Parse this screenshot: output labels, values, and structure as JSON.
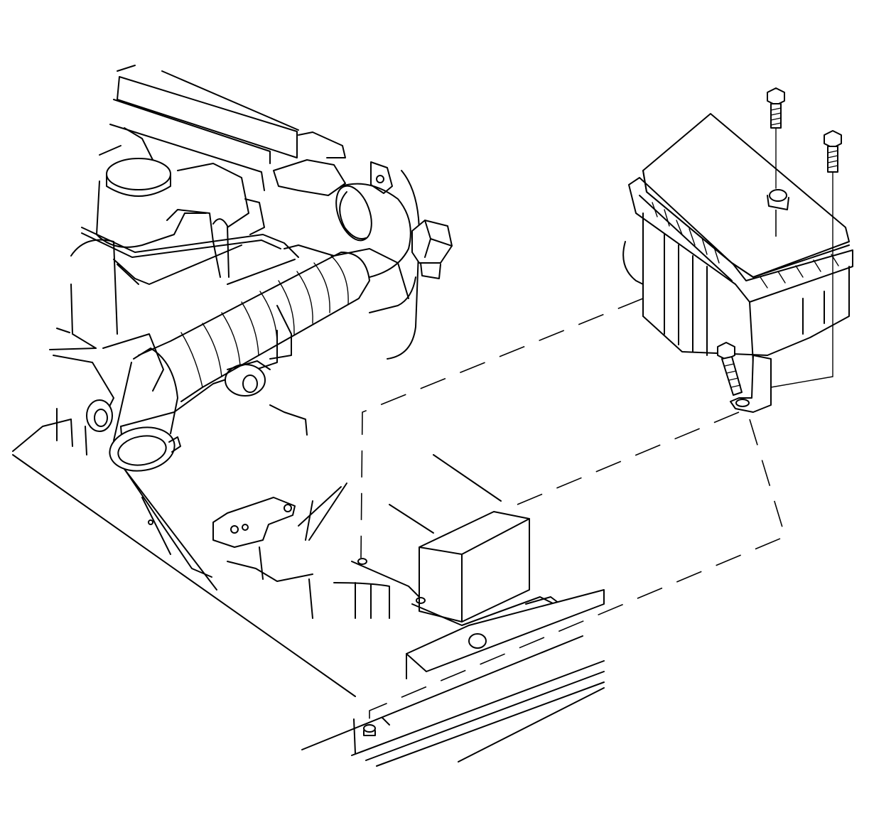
{
  "diagram": {
    "kind": "exploded-view technical line drawing",
    "colors": {
      "line": "#000000",
      "background": "#ffffff"
    },
    "parts": [
      {
        "id": "engine",
        "icon": "engine-icon"
      },
      {
        "id": "intake-hose",
        "icon": "corrugated-hose-icon"
      },
      {
        "id": "air-cleaner-housing",
        "icon": "air-filter-box-icon"
      },
      {
        "id": "mounting-bolt",
        "icon": "bolt-icon",
        "count": 3
      },
      {
        "id": "mounting-bracket-block",
        "icon": "bracket-icon"
      },
      {
        "id": "radiator-support",
        "icon": "crossmember-icon"
      }
    ]
  }
}
